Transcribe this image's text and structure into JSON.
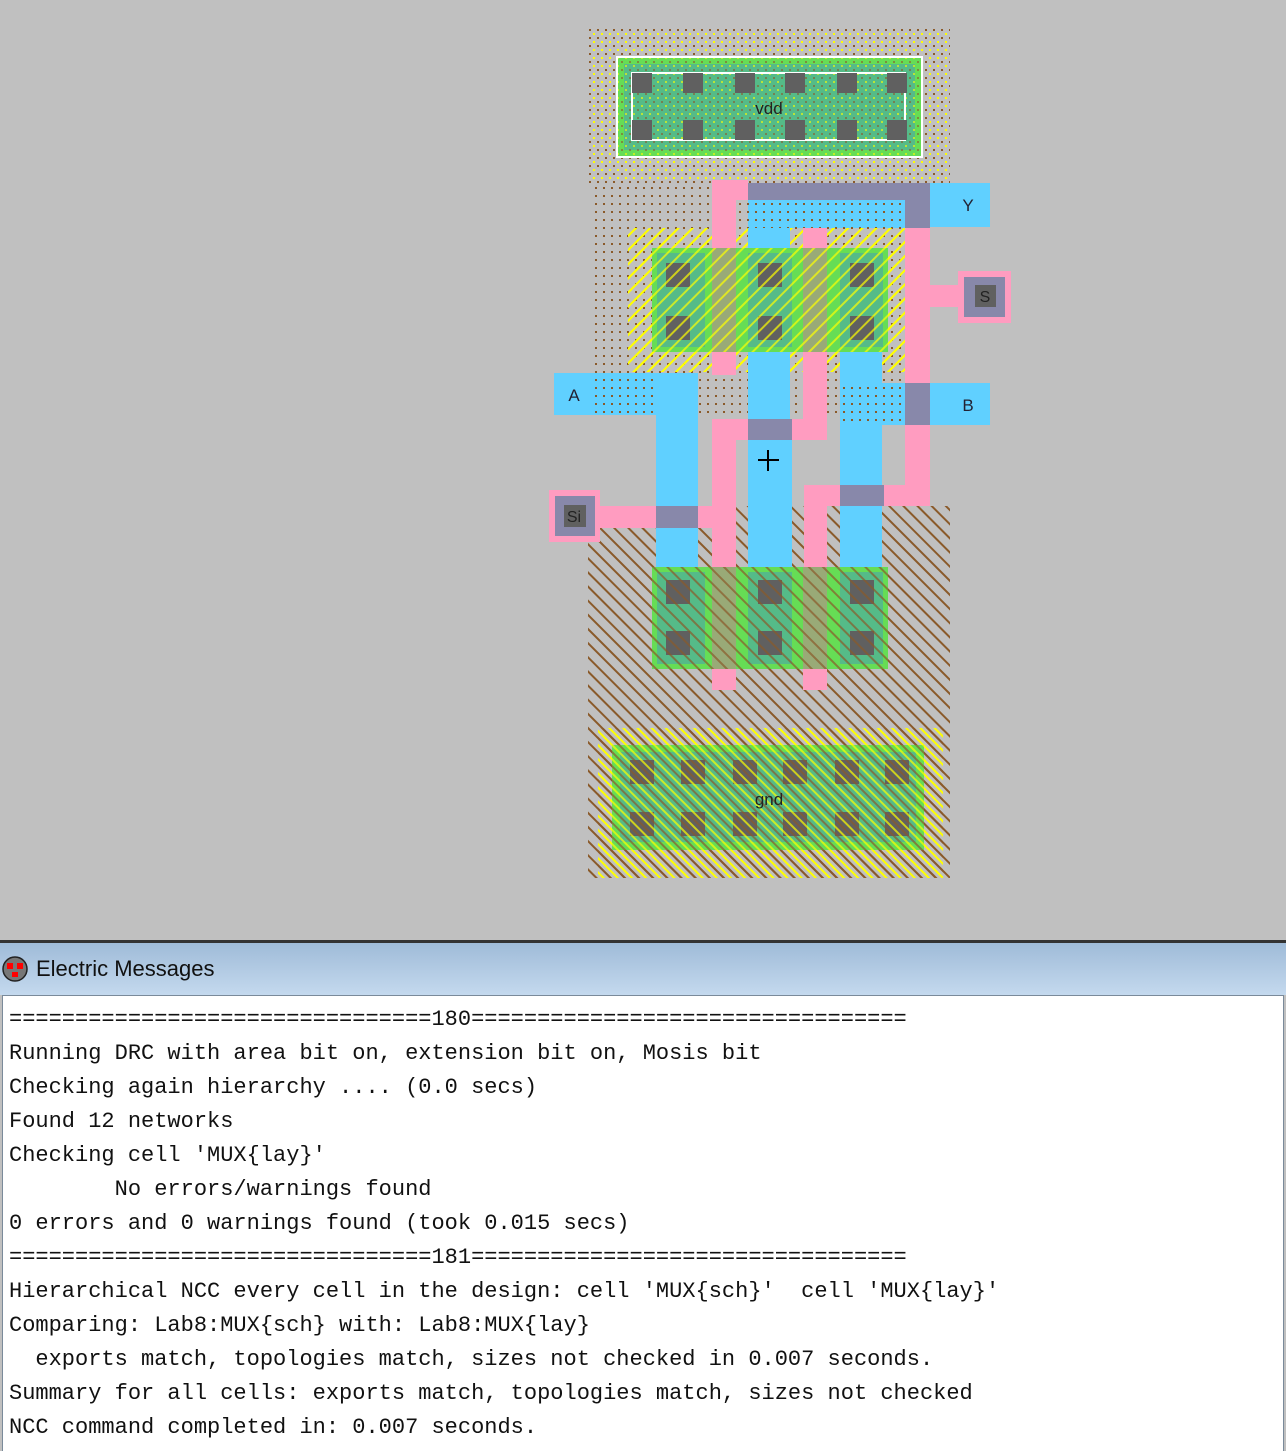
{
  "layout": {
    "labels": {
      "vdd": "vdd",
      "gnd": "gnd",
      "Y": "Y",
      "S": "S",
      "A": "A",
      "B": "B",
      "Si": "Si"
    },
    "colors": {
      "background": "#c0c0c0",
      "metal1": "#60d0ff",
      "poly": "#ff9cc0",
      "active": "#66dd55",
      "via": "#8888aa",
      "contact": "#606060"
    }
  },
  "messages": {
    "title": "Electric Messages",
    "lines": [
      "================================180=================================",
      "Running DRC with area bit on, extension bit on, Mosis bit",
      "Checking again hierarchy .... (0.0 secs)",
      "Found 12 networks",
      "Checking cell 'MUX{lay}'",
      "        No errors/warnings found",
      "0 errors and 0 warnings found (took 0.015 secs)",
      "================================181=================================",
      "Hierarchical NCC every cell in the design: cell 'MUX{sch}'  cell 'MUX{lay}'",
      "Comparing: Lab8:MUX{sch} with: Lab8:MUX{lay}",
      "  exports match, topologies match, sizes not checked in 0.007 seconds.",
      "Summary for all cells: exports match, topologies match, sizes not checked",
      "NCC command completed in: 0.007 seconds."
    ]
  }
}
